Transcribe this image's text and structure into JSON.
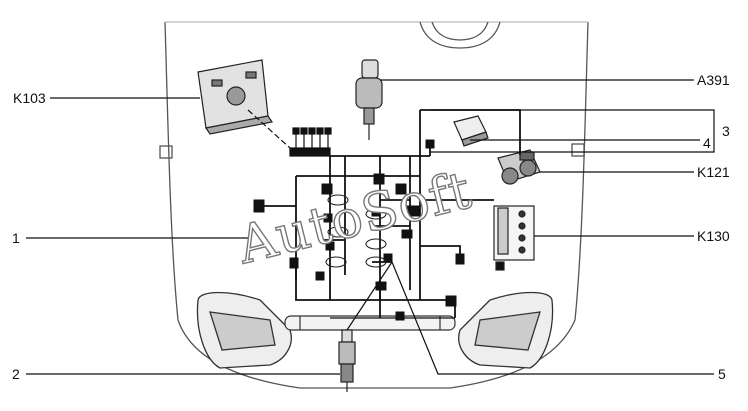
{
  "labels": {
    "k103": "K103",
    "a391": "A391",
    "three": "3",
    "four": "4",
    "k121": "K121",
    "one": "1",
    "k130": "K130",
    "two": "2",
    "five": "5"
  },
  "watermark": "AutoSoft",
  "colors": {
    "line": "#111111",
    "outline": "#555555",
    "watermark_stroke": "#777777"
  }
}
